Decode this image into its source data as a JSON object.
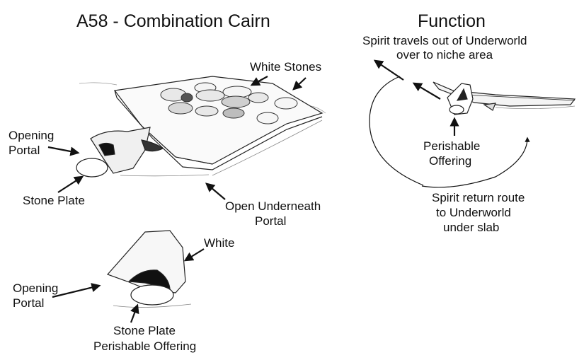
{
  "titles": {
    "main": "A58 - Combination Cairn",
    "function": "Function"
  },
  "left_diagram": {
    "white_stones": "White Stones",
    "opening_portal_1": "Opening",
    "opening_portal_2": "Portal",
    "stone_plate": "Stone Plate",
    "open_underneath_1": "Open Underneath",
    "open_underneath_2": "Portal"
  },
  "bottom_diagram": {
    "white": "White",
    "opening_portal_1": "Opening",
    "opening_portal_2": "Portal",
    "stone_plate_1": "Stone Plate",
    "stone_plate_2": "Perishable Offering"
  },
  "function_diagram": {
    "spirit_out_1": "Spirit travels out of Underworld",
    "spirit_out_2": "over to niche area",
    "perishable_1": "Perishable",
    "perishable_2": "Offering",
    "return_1": "Spirit return route",
    "return_2": "to Underworld",
    "return_3": "under slab"
  },
  "colors": {
    "ink": "#111111",
    "paper": "#ffffff",
    "shade": "#666666"
  }
}
